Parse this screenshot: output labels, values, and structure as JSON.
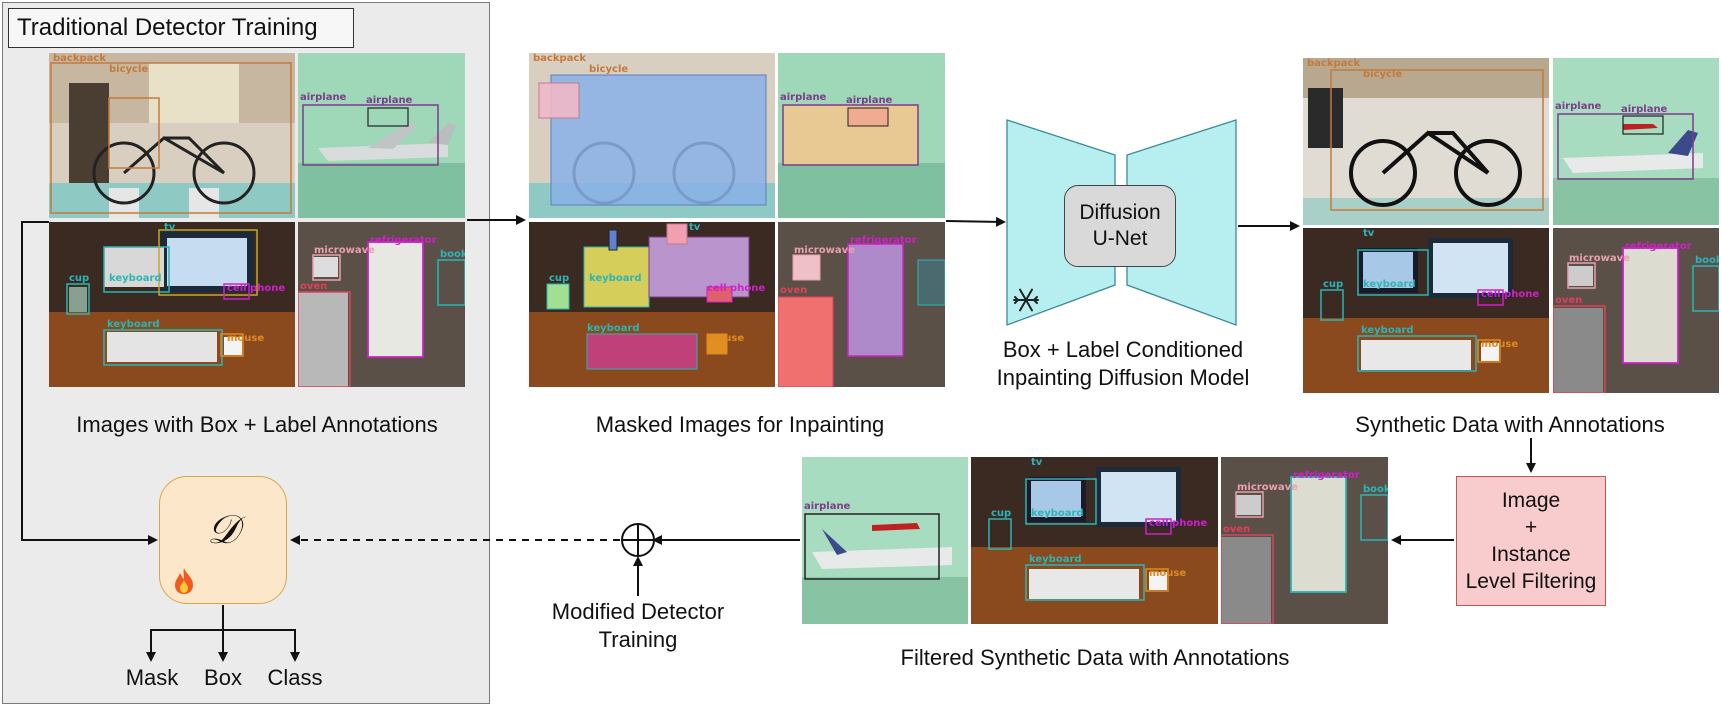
{
  "left_panel": {
    "title": "Traditional Detector Training"
  },
  "captions": {
    "images_annotations": "Images with Box + Label Annotations",
    "masked_images": "Masked Images for Inpainting",
    "diffusion_model_line1": "Box + Label Conditioned",
    "diffusion_model_line2": "Inpainting Diffusion Model",
    "synthetic_data": "Synthetic Data with Annotations",
    "filtered_data": "Filtered Synthetic Data with Annotations",
    "modified_training_line1": "Modified Detector",
    "modified_training_line2": "Training"
  },
  "unet": {
    "line1": "Diffusion",
    "line2": "U-Net"
  },
  "filter": {
    "line1": "Image",
    "line2": "+",
    "line3": "Instance",
    "line4": "Level Filtering"
  },
  "detector": {
    "symbol": "𝒟"
  },
  "outputs": [
    "Mask",
    "Box",
    "Class"
  ],
  "icons": {
    "frozen": "snowflake-icon",
    "trainable": "fire-icon"
  },
  "annotation_labels": {
    "backpack": "backpack",
    "bicycle": "bicycle",
    "airplane": "airplane",
    "tv": "tv",
    "cup": "cup",
    "keyboard": "keyboard",
    "cell_phone": "cell phone",
    "mouse": "mouse",
    "microwave": "microwave",
    "refrigerator": "refrigerator",
    "oven": "oven",
    "book": "book"
  },
  "colors": {
    "panel_bg": "#ebebeb",
    "unet_fill": "#b7eff0",
    "detector_fill": "#fde7cb",
    "filter_fill": "#f8cccc"
  }
}
